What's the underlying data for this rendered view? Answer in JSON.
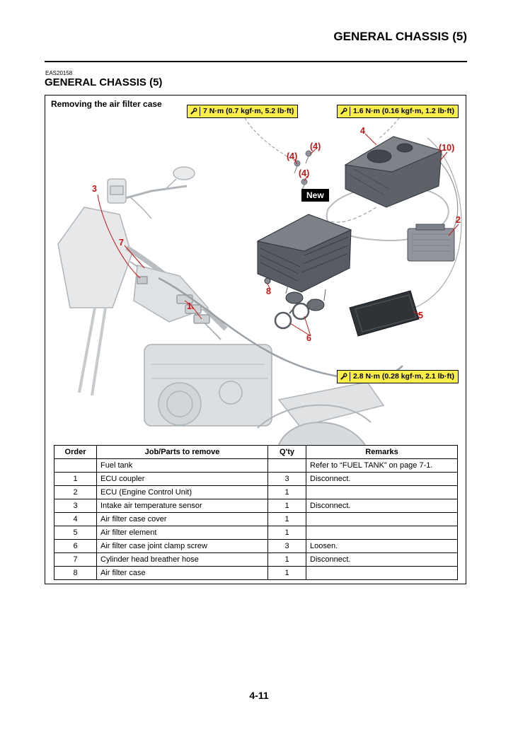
{
  "header": {
    "running_title": "GENERAL CHASSIS (5)"
  },
  "section": {
    "code": "EAS20158",
    "title": "GENERAL CHASSIS (5)"
  },
  "figure": {
    "caption": "Removing the air filter case",
    "new_label": "New",
    "torque_labels": [
      "7 N·m (0.7 kgf·m, 5.2 lb·ft)",
      "1.6 N·m (0.16 kgf·m, 1.2 lb·ft)",
      "2.8 N·m (0.28 kgf·m, 2.1 lb·ft)"
    ],
    "callouts": [
      "3",
      "7",
      "1",
      "8",
      "6",
      "4",
      "2",
      "5",
      "(4)",
      "(4)",
      "(4)",
      "(10)"
    ],
    "colors": {
      "callout_red": "#cc1111",
      "torque_yellow": "#f9ee4a"
    }
  },
  "table": {
    "headers": [
      "Order",
      "Job/Parts to remove",
      "Q'ty",
      "Remarks"
    ],
    "rows": [
      {
        "order": "",
        "job": "Fuel tank",
        "qty": "",
        "remarks": "Refer to “FUEL TANK” on page 7-1."
      },
      {
        "order": "1",
        "job": "ECU coupler",
        "qty": "3",
        "remarks": "Disconnect."
      },
      {
        "order": "2",
        "job": "ECU (Engine Control Unit)",
        "qty": "1",
        "remarks": ""
      },
      {
        "order": "3",
        "job": "Intake air temperature sensor",
        "qty": "1",
        "remarks": "Disconnect."
      },
      {
        "order": "4",
        "job": "Air filter case cover",
        "qty": "1",
        "remarks": ""
      },
      {
        "order": "5",
        "job": "Air filter element",
        "qty": "1",
        "remarks": ""
      },
      {
        "order": "6",
        "job": "Air filter case joint clamp screw",
        "qty": "3",
        "remarks": "Loosen."
      },
      {
        "order": "7",
        "job": "Cylinder head breather hose",
        "qty": "1",
        "remarks": "Disconnect."
      },
      {
        "order": "8",
        "job": "Air filter case",
        "qty": "1",
        "remarks": ""
      }
    ]
  },
  "footer": {
    "page_number": "4-11"
  }
}
